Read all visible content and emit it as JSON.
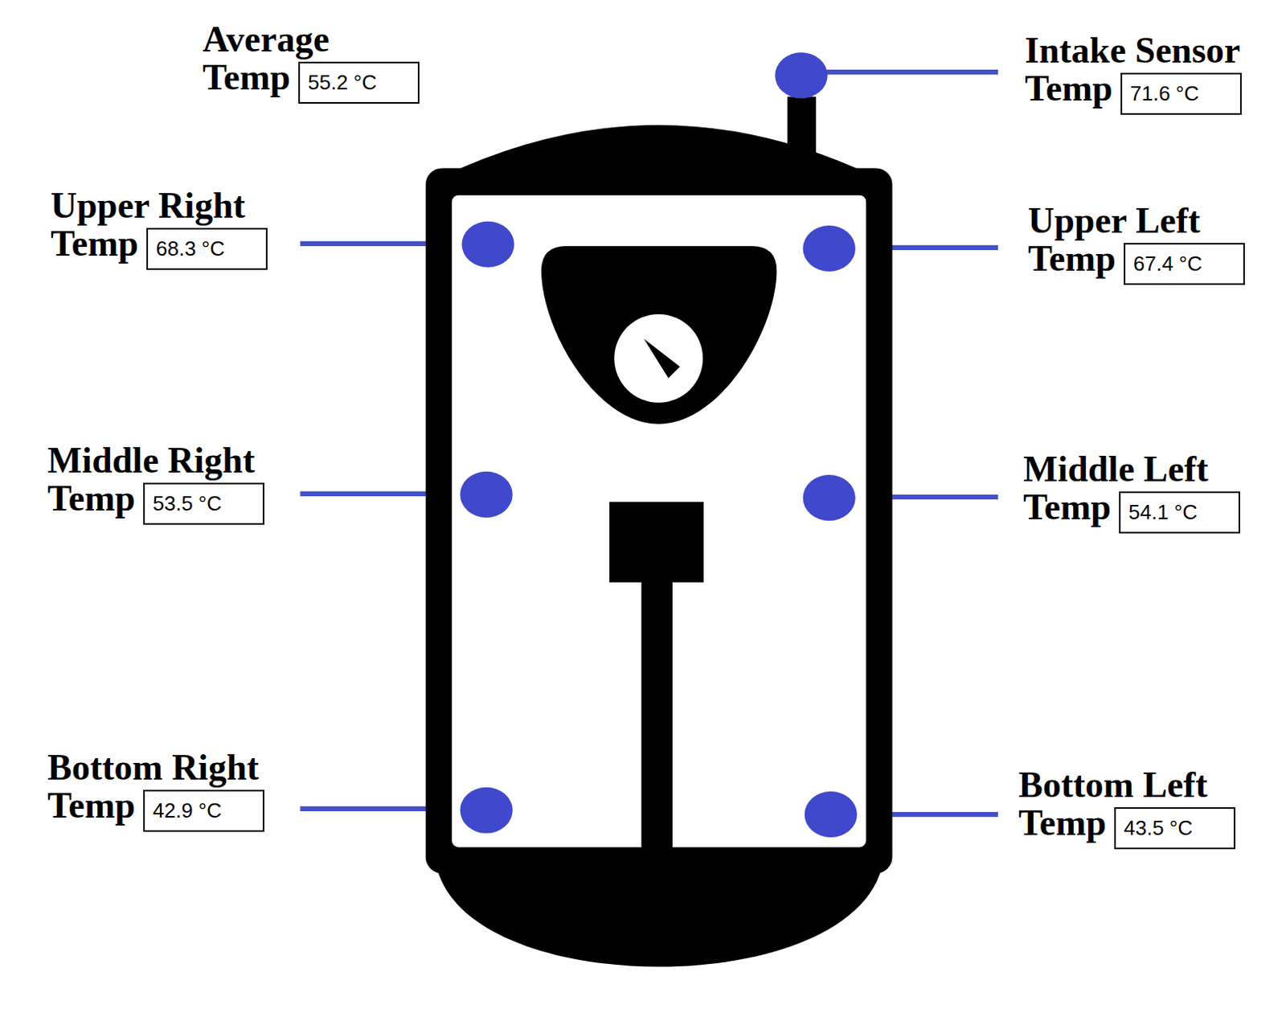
{
  "diagram": {
    "nodes": [
      {
        "text": [
          "Average Temp",
          "55.2 °C"
        ]
      },
      {
        "text": [
          "Intake Sensor Temp",
          "71.6 °C"
        ]
      },
      {
        "text": [
          "Upper Right Temp",
          "68.3 °C"
        ]
      },
      {
        "text": [
          "Upper Left Temp",
          "67.4 °C"
        ]
      },
      {
        "text": [
          "Middle Right Temp",
          "53.5 °C"
        ]
      },
      {
        "text": [
          "Middle Left Temp",
          "54.1 °C"
        ]
      },
      {
        "text": [
          "Bottom Right Temp",
          "42.9 °C"
        ]
      },
      {
        "text": [
          "Bottom Left Temp",
          "43.5 °C"
        ]
      }
    ]
  }
}
